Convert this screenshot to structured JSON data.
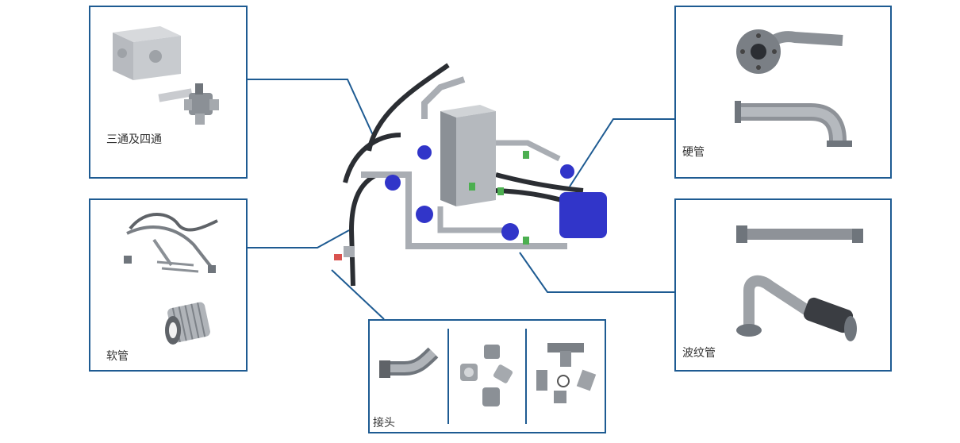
{
  "colors": {
    "frame": "#1e5b92",
    "metal": "#a9adb3",
    "metal_dark": "#6f757c",
    "hose": "#2b2e33",
    "pump": "#3135c9",
    "valve_green": "#4caf50"
  },
  "panels": {
    "tee_cross": {
      "label": "三通及四通"
    },
    "soft_hose": {
      "label": "软管"
    },
    "fitting": {
      "label": "接头"
    },
    "hard_pipe": {
      "label": "硬管"
    },
    "bellows": {
      "label": "波纹管"
    }
  }
}
